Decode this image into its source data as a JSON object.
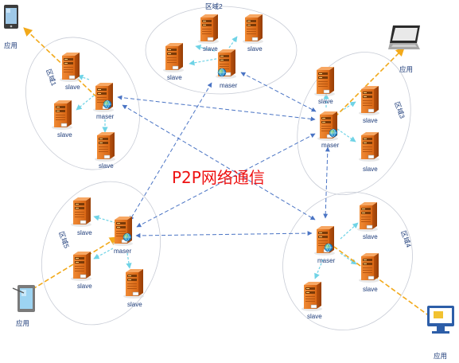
{
  "title": "P2P网络通信",
  "labels": {
    "zone1": "区域1",
    "zone2": "区域2",
    "zone3": "区域3",
    "zone4": "区域4",
    "zone5": "区域5",
    "master": "maser",
    "slave": "slave",
    "app": "应用"
  },
  "colors": {
    "server_body": "#e0731e",
    "zone_outline": "#c8ccd6",
    "p2p_link": "#4a74c4",
    "local_link": "#6fd3e6",
    "client_link": "#f2a91a",
    "title_text": "#ee1111",
    "label_text": "#1f3d7a"
  },
  "icons": [
    "server-icon",
    "globe-icon",
    "smartphone-icon",
    "laptop-icon",
    "tablet-icon",
    "monitor-icon"
  ]
}
